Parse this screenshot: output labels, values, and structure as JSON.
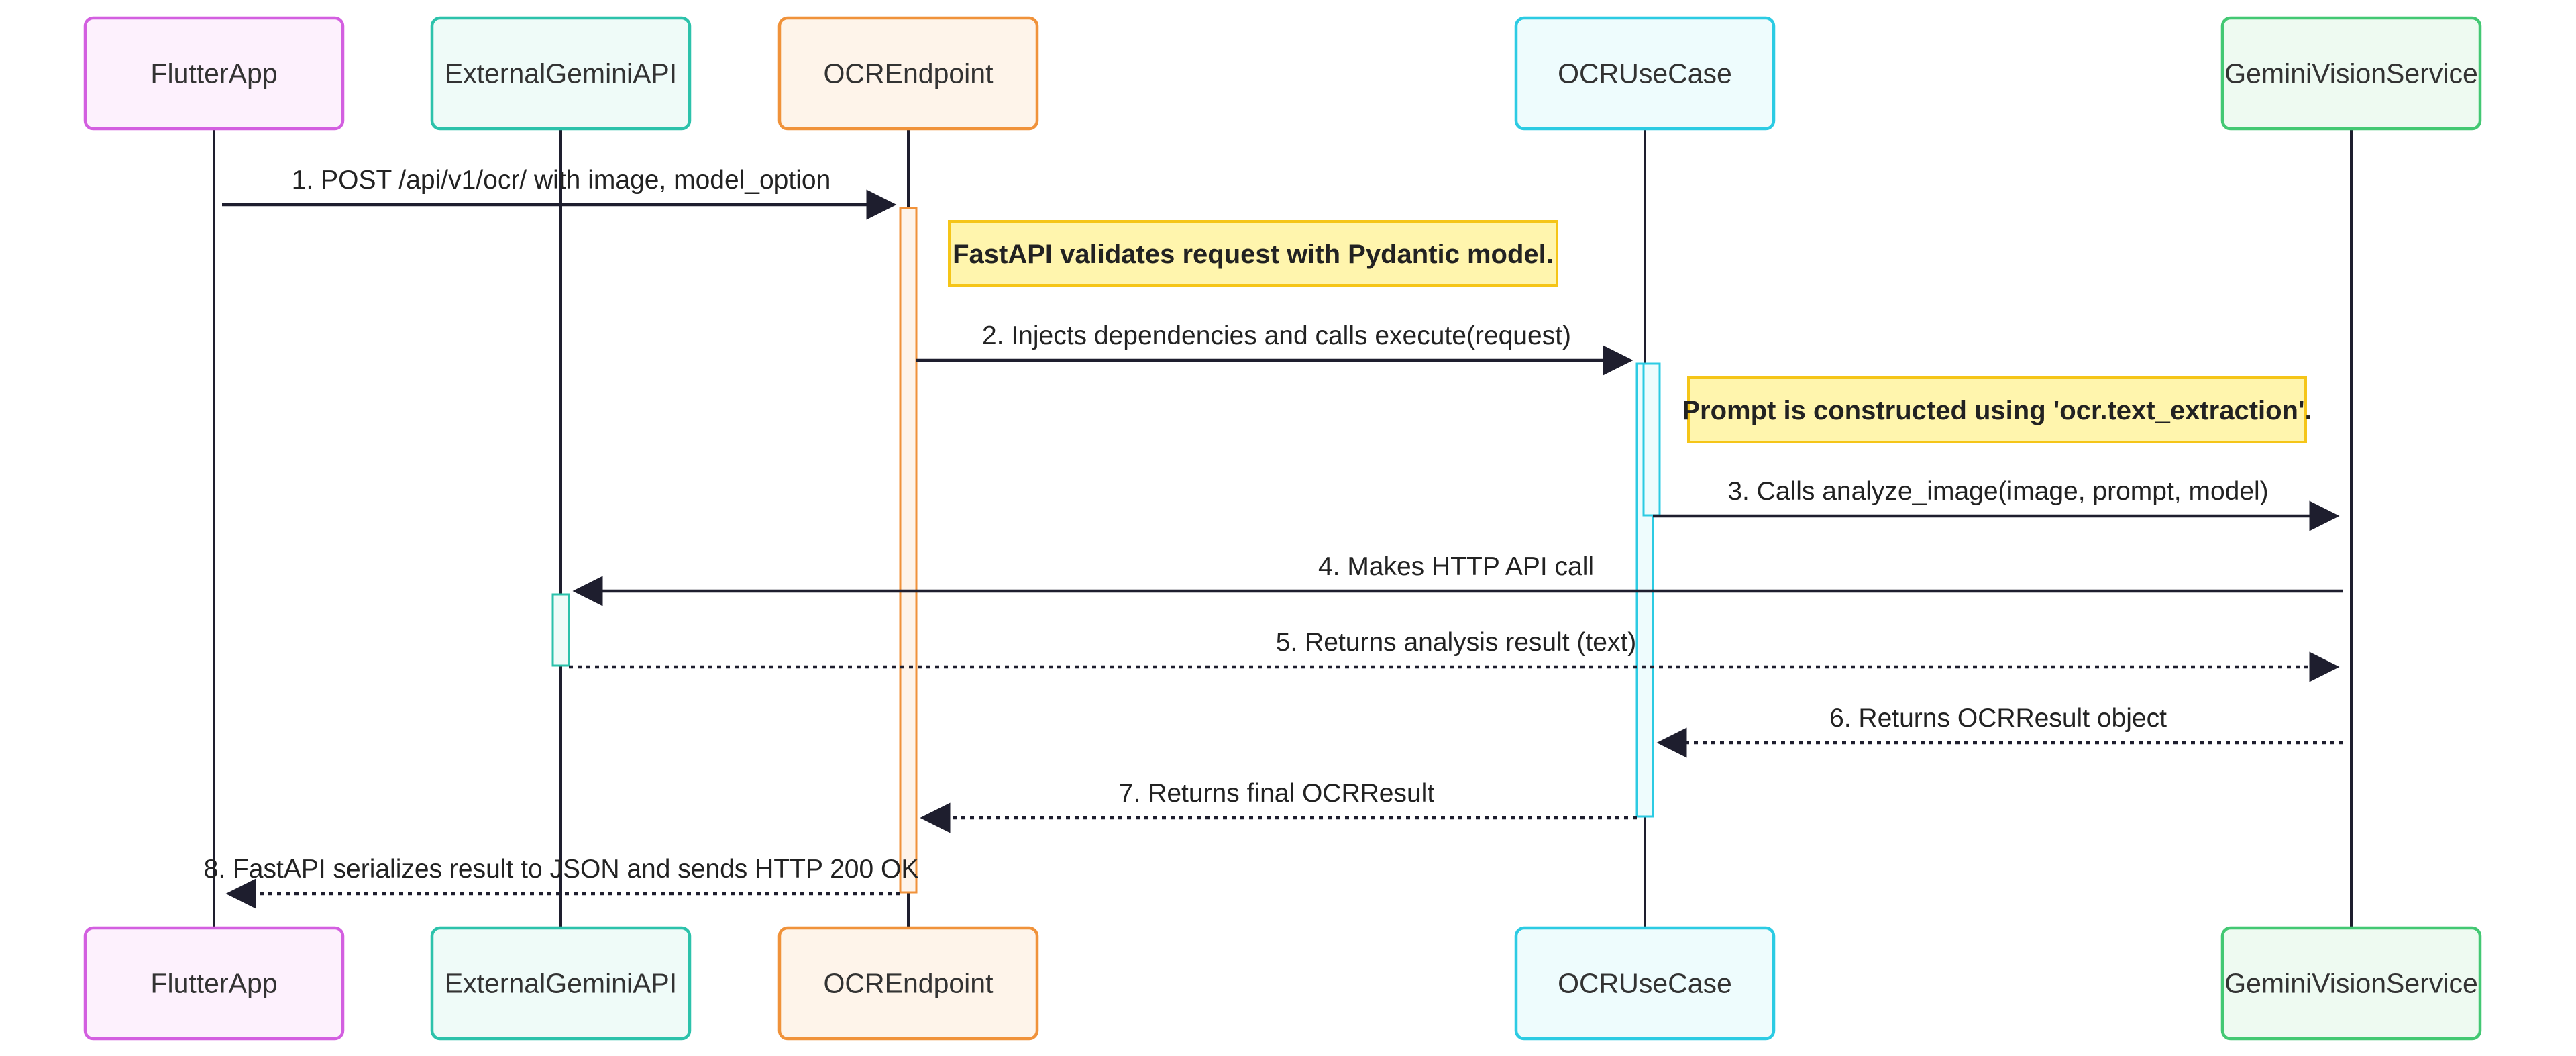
{
  "participants": [
    {
      "id": "flutter",
      "label": "FlutterApp",
      "stroke": "#d35fe0",
      "fill": "#fdf1fd"
    },
    {
      "id": "gemini_api",
      "label": "ExternalGeminiAPI",
      "stroke": "#2cc2ab",
      "fill": "#effbf8"
    },
    {
      "id": "endpoint",
      "label": "OCREndpoint",
      "stroke": "#f0923a",
      "fill": "#fef4ea"
    },
    {
      "id": "usecase",
      "label": "OCRUseCase",
      "stroke": "#2ccbe3",
      "fill": "#eefcfd"
    },
    {
      "id": "vision",
      "label": "GeminiVisionService",
      "stroke": "#43c873",
      "fill": "#eefaf1"
    }
  ],
  "messages": [
    {
      "from": "flutter",
      "to": "endpoint",
      "label": "1. POST /api/v1/ocr/ with image, model_option",
      "style": "solid"
    },
    {
      "from": "endpoint",
      "to": "usecase",
      "label": "2. Injects dependencies and calls execute(request)",
      "style": "solid"
    },
    {
      "from": "usecase",
      "to": "vision",
      "label": "3. Calls analyze_image(image, prompt, model)",
      "style": "solid"
    },
    {
      "from": "vision",
      "to": "gemini_api",
      "label": "4. Makes HTTP API call",
      "style": "solid"
    },
    {
      "from": "gemini_api",
      "to": "vision",
      "label": "5. Returns analysis result (text)",
      "style": "dotted"
    },
    {
      "from": "vision",
      "to": "usecase",
      "label": "6. Returns OCRResult object",
      "style": "dotted"
    },
    {
      "from": "usecase",
      "to": "endpoint",
      "label": "7. Returns final OCRResult",
      "style": "dotted"
    },
    {
      "from": "endpoint",
      "to": "flutter",
      "label": "8. FastAPI serializes result to JSON and sends HTTP 200 OK",
      "style": "dotted"
    }
  ],
  "notes": [
    {
      "over": "endpoint",
      "label": "FastAPI validates request with Pydantic model."
    },
    {
      "over": "usecase",
      "label": "Prompt is constructed using 'ocr.text_extraction'."
    }
  ],
  "colors": {
    "lifeline": "#1e1e2e",
    "arrow": "#1e1e2e",
    "note_fill": "#fff5ad",
    "note_stroke": "#f5c518"
  }
}
